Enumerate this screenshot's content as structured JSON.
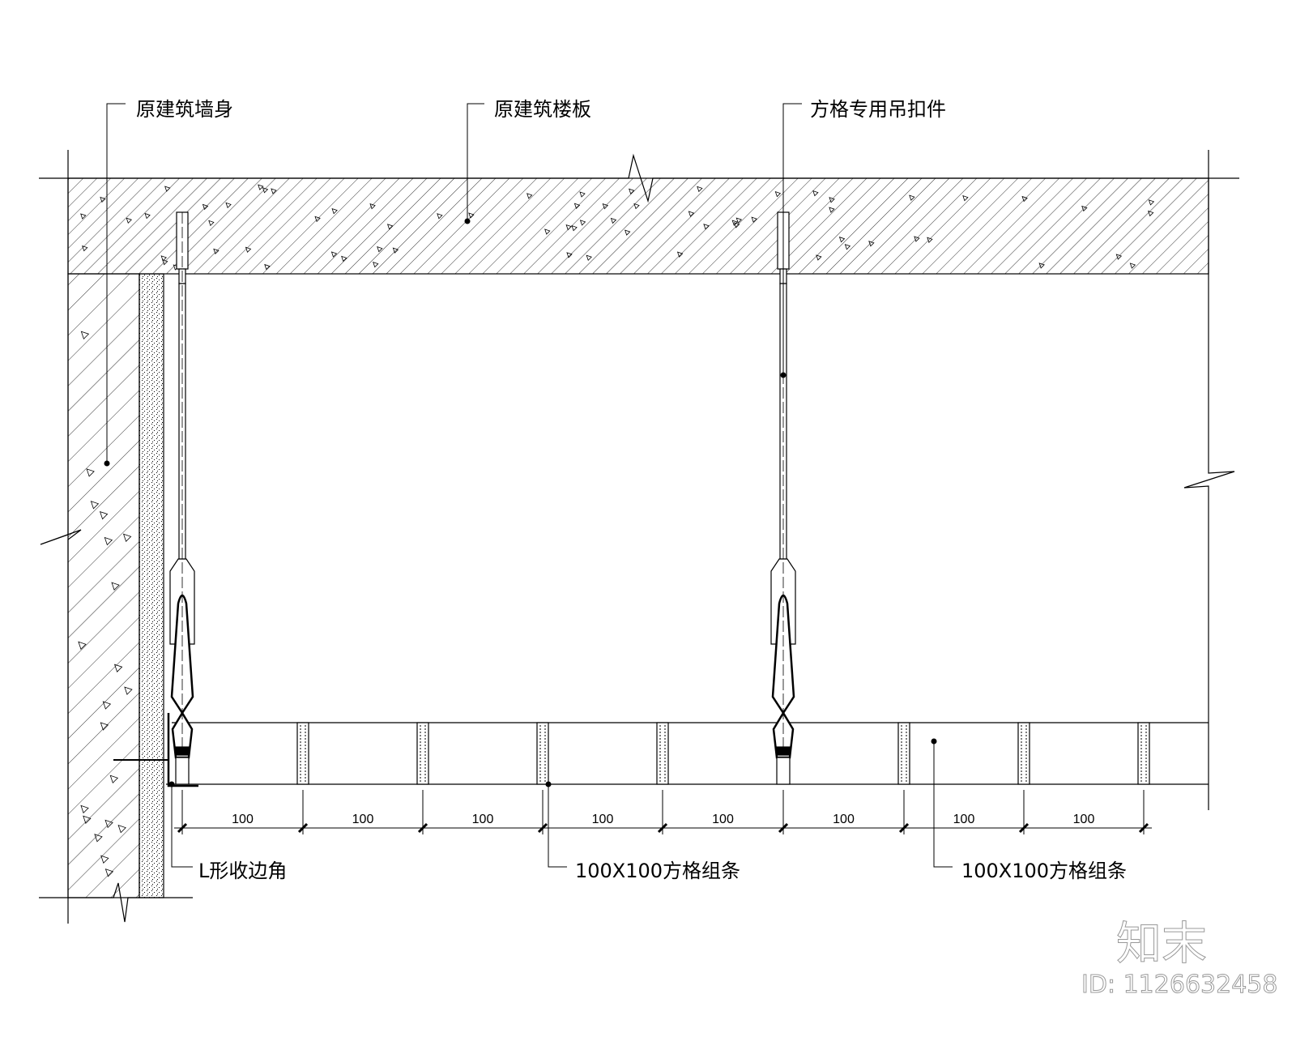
{
  "labels": {
    "wall": "原建筑墙身",
    "slab": "原建筑楼板",
    "hanger": "方格专用吊扣件",
    "edge_angle": "L形收边角",
    "grid_strip_1": "100X100方格组条",
    "grid_strip_2": "100X100方格组条"
  },
  "dimensions": [
    "100",
    "100",
    "100",
    "100",
    "100",
    "100",
    "100",
    "100"
  ],
  "watermark": {
    "brand": "知末",
    "id": "ID: 1126632458"
  }
}
